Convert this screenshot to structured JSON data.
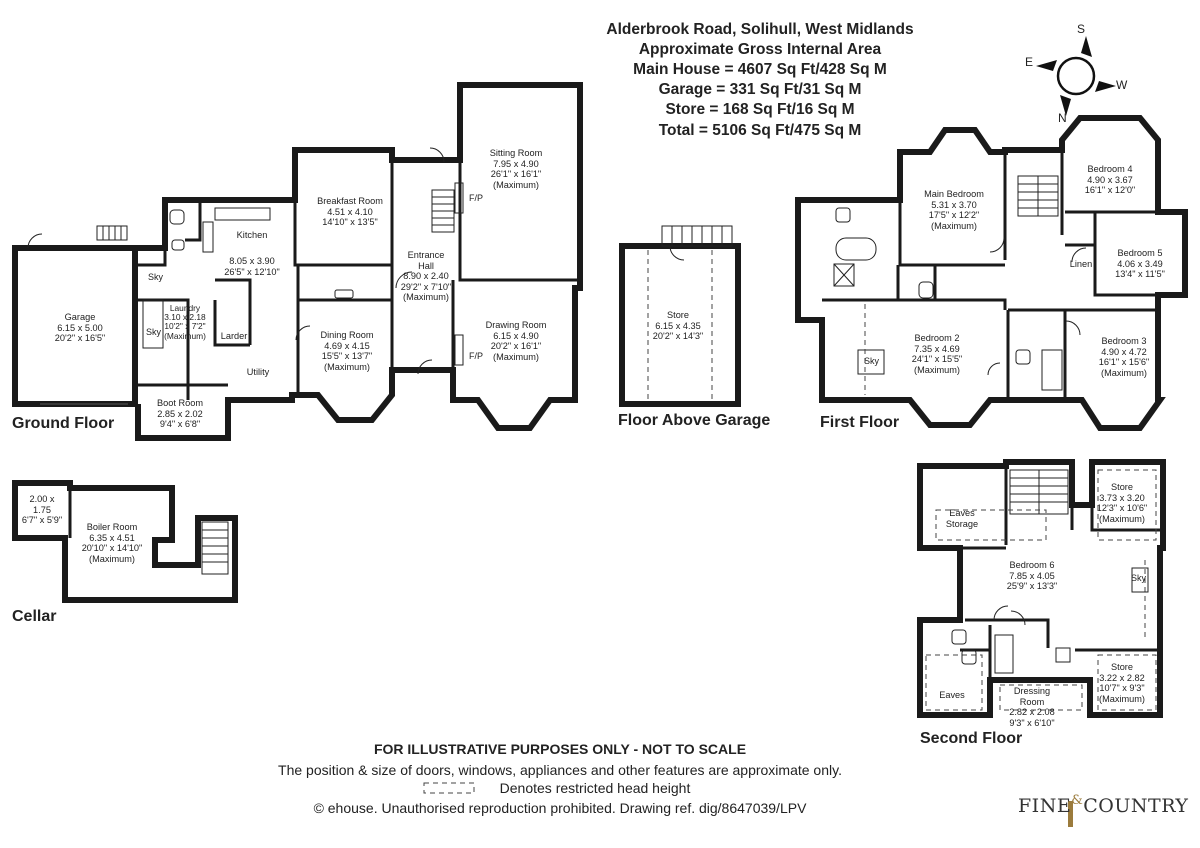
{
  "header": {
    "address": "Alderbrook Road, Solihull, West Midlands",
    "area_title": "Approximate Gross Internal Area",
    "main_house": "Main House = 4607 Sq Ft/428 Sq M",
    "garage": "Garage = 331 Sq Ft/31 Sq M",
    "store": "Store = 168 Sq Ft/16 Sq M",
    "total": "Total = 5106 Sq Ft/475 Sq M"
  },
  "compass": {
    "n": "N",
    "s": "S",
    "e": "E",
    "w": "W"
  },
  "floors": {
    "ground": "Ground Floor",
    "garage_above": "Floor Above Garage",
    "first": "First Floor",
    "cellar": "Cellar",
    "second": "Second Floor"
  },
  "rooms": {
    "garage": {
      "name": "Garage",
      "metric": "6.15 x 5.00",
      "imperial": "20'2\" x 16'5\""
    },
    "laundry": {
      "name": "Laundry",
      "metric": "3.10 x 2.18",
      "imperial": "10'2\" x 7'2\"",
      "note": "(Maximum)"
    },
    "kitchen": {
      "name": "Kitchen",
      "metric": "8.05 x 3.90",
      "imperial": "26'5\" x 12'10\""
    },
    "larder": {
      "name": "Larder"
    },
    "utility": {
      "name": "Utility"
    },
    "boot": {
      "name": "Boot Room",
      "metric": "2.85 x 2.02",
      "imperial": "9'4\" x 6'8\""
    },
    "breakfast": {
      "name": "Breakfast Room",
      "metric": "4.51 x 4.10",
      "imperial": "14'10\" x 13'5\""
    },
    "dining": {
      "name": "Dining Room",
      "metric": "4.69 x 4.15",
      "imperial": "15'5\" x 13'7\"",
      "note": "(Maximum)"
    },
    "entrance": {
      "name": "Entrance",
      "name2": "Hall",
      "metric": "8.90 x 2.40",
      "imperial": "29'2\" x 7'10\"",
      "note": "(Maximum)"
    },
    "sitting": {
      "name": "Sitting Room",
      "metric": "7.95 x 4.90",
      "imperial": "26'1\" x 16'1\"",
      "note": "(Maximum)"
    },
    "drawing": {
      "name": "Drawing Room",
      "metric": "6.15 x 4.90",
      "imperial": "20'2\" x 16'1\"",
      "note": "(Maximum)"
    },
    "store_garage": {
      "name": "Store",
      "metric": "6.15 x 4.35",
      "imperial": "20'2\" x 14'3\""
    },
    "main_bed": {
      "name": "Main Bedroom",
      "metric": "5.31 x 3.70",
      "imperial": "17'5\" x 12'2\"",
      "note": "(Maximum)"
    },
    "bed2": {
      "name": "Bedroom 2",
      "metric": "7.35 x 4.69",
      "imperial": "24'1\" x 15'5\"",
      "note": "(Maximum)"
    },
    "bed3": {
      "name": "Bedroom 3",
      "metric": "4.90 x 4.72",
      "imperial": "16'1\" x 15'6\"",
      "note": "(Maximum)"
    },
    "bed4": {
      "name": "Bedroom 4",
      "metric": "4.90 x 3.67",
      "imperial": "16'1\" x 12'0\""
    },
    "bed5": {
      "name": "Bedroom 5",
      "metric": "4.06 x 3.49",
      "imperial": "13'4\" x 11'5\""
    },
    "linen": {
      "name": "Linen"
    },
    "boiler": {
      "name": "Boiler Room",
      "metric": "6.35 x 4.51",
      "imperial": "20'10\" x 14'10\"",
      "note": "(Maximum)"
    },
    "cellar_small": {
      "metric": "2.00 x",
      "metric2": "1.75",
      "imperial": "6'7\" x 5'9\""
    },
    "bed6": {
      "name": "Bedroom 6",
      "metric": "7.85 x 4.05",
      "imperial": "25'9\" x 13'3\""
    },
    "eaves_storage": {
      "name": "Eaves",
      "name2": "Storage"
    },
    "store_top": {
      "name": "Store",
      "metric": "3.73 x 3.20",
      "imperial": "12'3\" x 10'6\"",
      "note": "(Maximum)"
    },
    "store_bottom": {
      "name": "Store",
      "metric": "3.22 x 2.82",
      "imperial": "10'7\" x 9'3\"",
      "note": "(Maximum)"
    },
    "dressing": {
      "name": "Dressing",
      "name2": "Room",
      "metric": "2.82 x 2.08",
      "imperial": "9'3\" x 6'10\""
    },
    "eaves": {
      "name": "Eaves"
    }
  },
  "labels": {
    "fp": "F/P",
    "sky": "Sky"
  },
  "footer": {
    "line1": "FOR ILLUSTRATIVE PURPOSES ONLY - NOT TO SCALE",
    "line2": "The position & size of doors, windows, appliances and other features are approximate only.",
    "line3": "Denotes restricted head height",
    "line4": "© ehouse. Unauthorised reproduction prohibited. Drawing ref. dig/8647039/LPV"
  },
  "logo": {
    "left": "Fine",
    "amp": "&",
    "right": "Country"
  }
}
